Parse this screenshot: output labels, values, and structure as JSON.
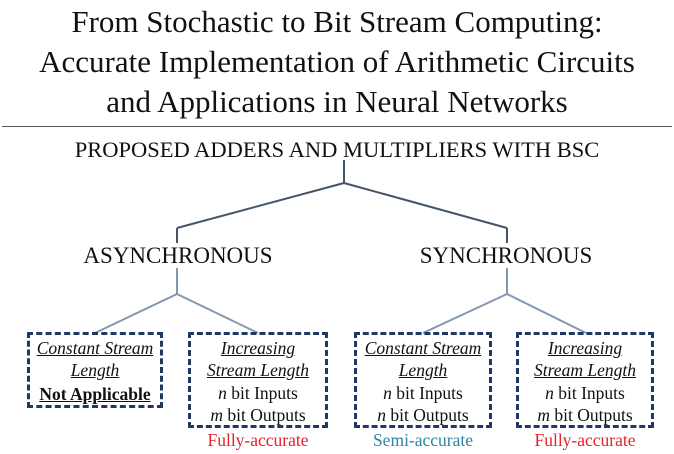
{
  "title": {
    "line1": "From Stochastic to Bit Stream Computing:",
    "line2": "Accurate Implementation of Arithmetic Circuits",
    "line3": "and Applications in Neural Networks"
  },
  "tree": {
    "root": "PROPOSED ADDERS AND MULTIPLIERS WITH BSC",
    "branch_left": "ASYNCHRONOUS",
    "branch_right": "SYNCHRONOUS",
    "leaves": [
      {
        "line1": "Constant Stream",
        "line2": "Length",
        "line3": "Not Applicable",
        "line4": "",
        "accuracy": ""
      },
      {
        "line1": "Increasing",
        "line2": "Stream Length",
        "line3_var": "n",
        "line3": " bit Inputs",
        "line4_var": "m",
        "line4": " bit Outputs",
        "accuracy": "Fully-accurate"
      },
      {
        "line1": "Constant Stream",
        "line2": "Length",
        "line3_var": "n",
        "line3": " bit Inputs",
        "line4_var": "n",
        "line4": " bit Outputs",
        "accuracy": "Semi-accurate"
      },
      {
        "line1": "Increasing",
        "line2": "Stream Length",
        "line3_var": "n",
        "line3": " bit Inputs",
        "line4_var": "m",
        "line4": " bit Outputs",
        "accuracy": "Fully-accurate"
      }
    ]
  },
  "colors": {
    "connector_top": "#44546a",
    "connector_bottom": "#8497b0",
    "box_border": "#1f3864",
    "fully_accurate": "#e8202a",
    "semi_accurate": "#2e86a0"
  }
}
